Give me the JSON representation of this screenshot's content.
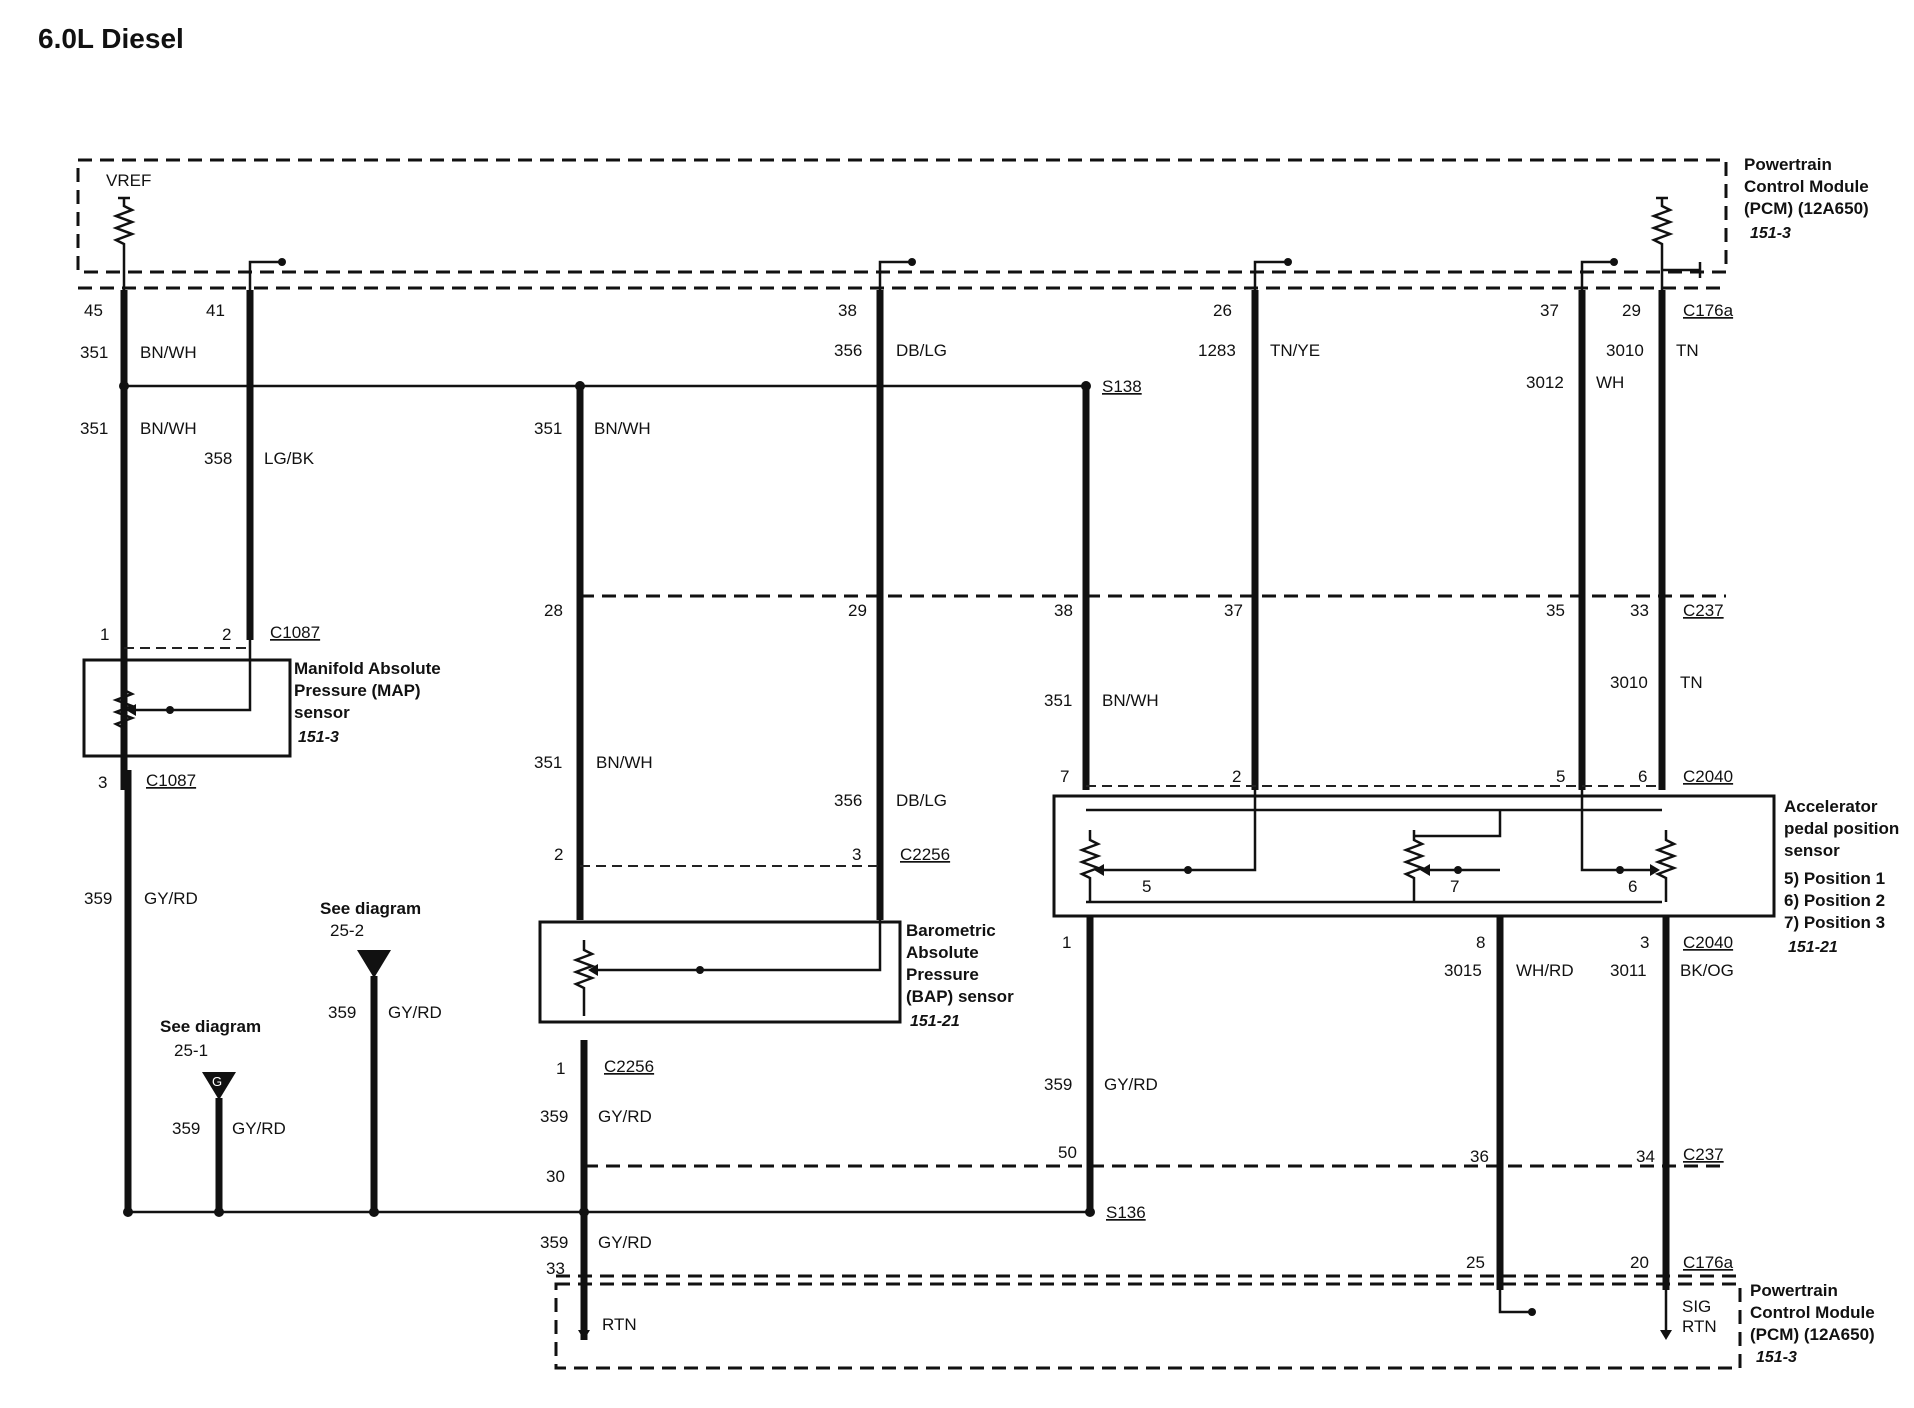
{
  "title": "6.0L Diesel",
  "pcm_top": {
    "lines": [
      "Powertrain",
      "Control Module",
      "(PCM) (12A650)"
    ],
    "ref": "151-3",
    "vref": "VREF",
    "connector": "C176a"
  },
  "pcm_bottom": {
    "lines": [
      "Powertrain",
      "Control Module",
      "(PCM) (12A650)"
    ],
    "ref": "151-3",
    "rtn": "RTN",
    "sig_rtn": [
      "SIG",
      "RTN"
    ],
    "connector": "C176a"
  },
  "pins_top": {
    "p45": "45",
    "p41": "41",
    "p38": "38",
    "p26": "26",
    "p37": "37",
    "p29": "29"
  },
  "pins_bottom": {
    "p33": "33",
    "p25": "25",
    "p20": "20"
  },
  "wires": {
    "c351": "351",
    "bnwh": "BN/WH",
    "c358": "358",
    "lgbk": "LG/BK",
    "c356": "356",
    "dblg": "DB/LG",
    "c1283": "1283",
    "tnye": "TN/YE",
    "c3012": "3012",
    "wh": "WH",
    "c3010": "3010",
    "tn": "TN",
    "c359": "359",
    "gyrd": "GY/RD",
    "c3015": "3015",
    "whrd": "WH/RD",
    "c3011": "3011",
    "bkog": "BK/OG"
  },
  "splices": {
    "s138": "S138",
    "s136": "S136"
  },
  "c237": {
    "name": "C237",
    "p28": "28",
    "p29": "29",
    "p38": "38",
    "p37": "37",
    "p35": "35",
    "p33": "33",
    "p50": "50",
    "p30": "30",
    "p36": "36",
    "p34": "34"
  },
  "map_sensor": {
    "lines": [
      "Manifold Absolute",
      "Pressure (MAP)",
      "sensor"
    ],
    "ref": "151-3",
    "connector": "C1087",
    "p1": "1",
    "p2": "2",
    "p3": "3"
  },
  "bap_sensor": {
    "lines": [
      "Barometric",
      "Absolute",
      "Pressure",
      "(BAP) sensor"
    ],
    "ref": "151-21",
    "connector": "C2256",
    "p1": "1",
    "p2": "2",
    "p3": "3"
  },
  "app_sensor": {
    "lines": [
      "Accelerator",
      "pedal position",
      "sensor"
    ],
    "positions": [
      "5) Position 1",
      "6) Position 2",
      "7) Position 3"
    ],
    "ref": "151-21",
    "connector": "C2040",
    "p7": "7",
    "p2": "2",
    "p5": "5",
    "p6": "6",
    "p1": "1",
    "p8": "8",
    "p3": "3",
    "n5": "5",
    "n6": "6",
    "n7": "7"
  },
  "see_diagram_1": {
    "label": "See diagram",
    "ref": "25-1",
    "marker": "G"
  },
  "see_diagram_2": {
    "label": "See diagram",
    "ref": "25-2"
  }
}
